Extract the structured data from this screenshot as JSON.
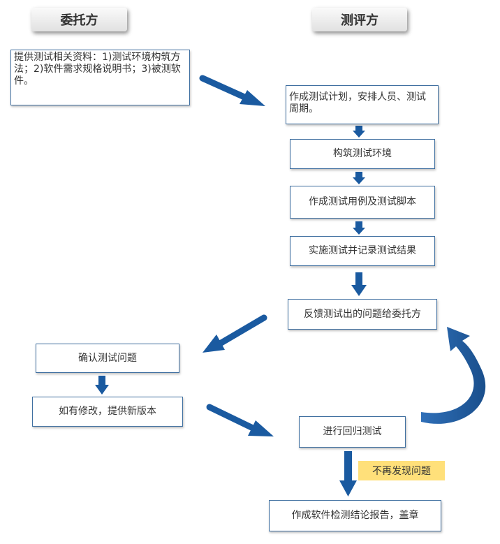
{
  "headers": {
    "client": "委托方",
    "evaluator": "测评方"
  },
  "steps": {
    "provide_materials": "提供测试相关资料：1)测试环境构筑方法；2)软件需求规格说明书；3)被测软件。",
    "make_plan": "作成测试计划，安排人员、测试周期。",
    "build_env": "构筑测试环境",
    "make_cases": "作成测试用例及测试脚本",
    "run_tests": "实施测试并记录测试结果",
    "feedback": "反馈测试出的问题给委托方",
    "confirm_issues": "确认测试问题",
    "new_version": "如有修改，提供新版本",
    "regression": "进行回归测试",
    "report": "作成软件检测结论报告，盖章"
  },
  "note": {
    "no_more_issues": "不再发现问题"
  },
  "colors": {
    "arrow": "#1a5aa0",
    "box_border": "#3f6fa0",
    "note_bg": "#ffe07a"
  }
}
